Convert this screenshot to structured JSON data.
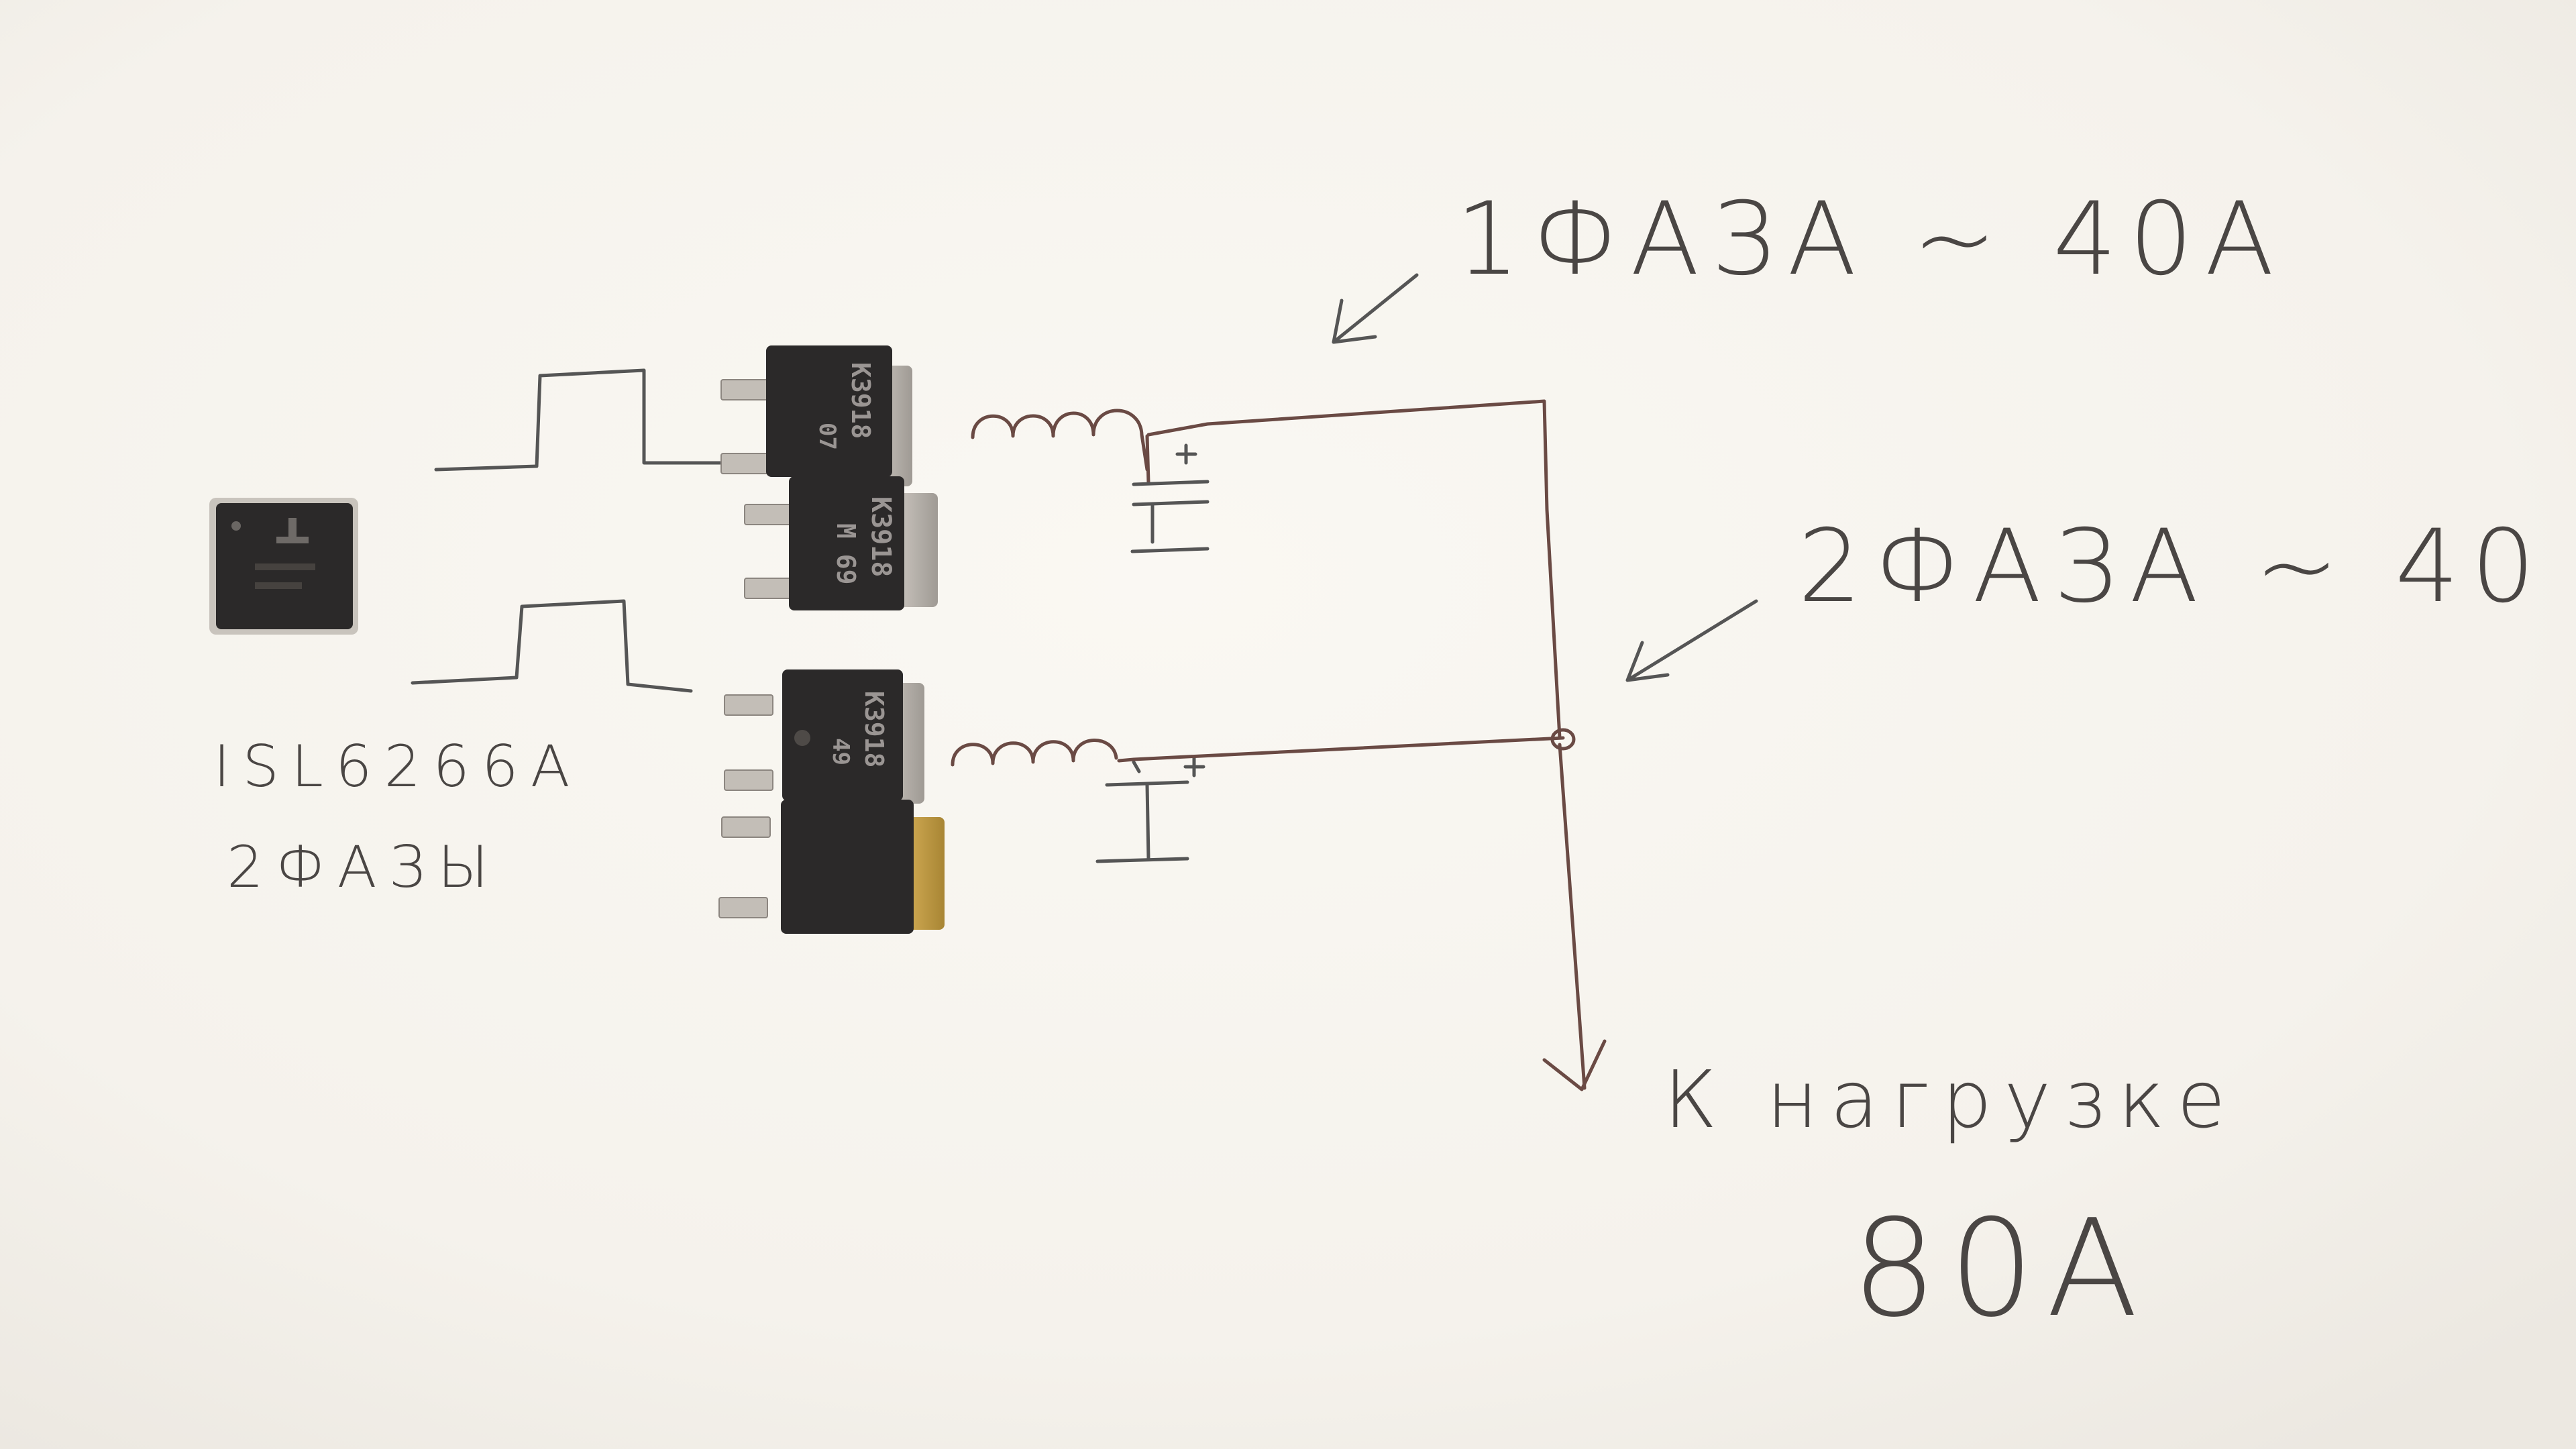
{
  "photo": {
    "colors": {
      "paper": "#f7f4ee",
      "ink": "#4a4644",
      "wire_ink": "#6a4a44",
      "chip": "#2b2929",
      "metal": "#bdb8b1"
    }
  },
  "controller": {
    "part_label": "ISL6266A",
    "phases_label": "2ФАЗЫ"
  },
  "phases": [
    {
      "label": "1ФАЗА ~ 40А",
      "mosfet_top_marking": [
        "K3918",
        "07"
      ],
      "mosfet_bottom_marking": [
        "K3918",
        "M 69"
      ]
    },
    {
      "label": "2ФАЗА ~ 40",
      "mosfet_top_marking": [
        "K3918",
        "49"
      ],
      "mosfet_bottom_marking": []
    }
  ],
  "output": {
    "to_load_label": "К нагрузке",
    "current_label": "80А"
  }
}
